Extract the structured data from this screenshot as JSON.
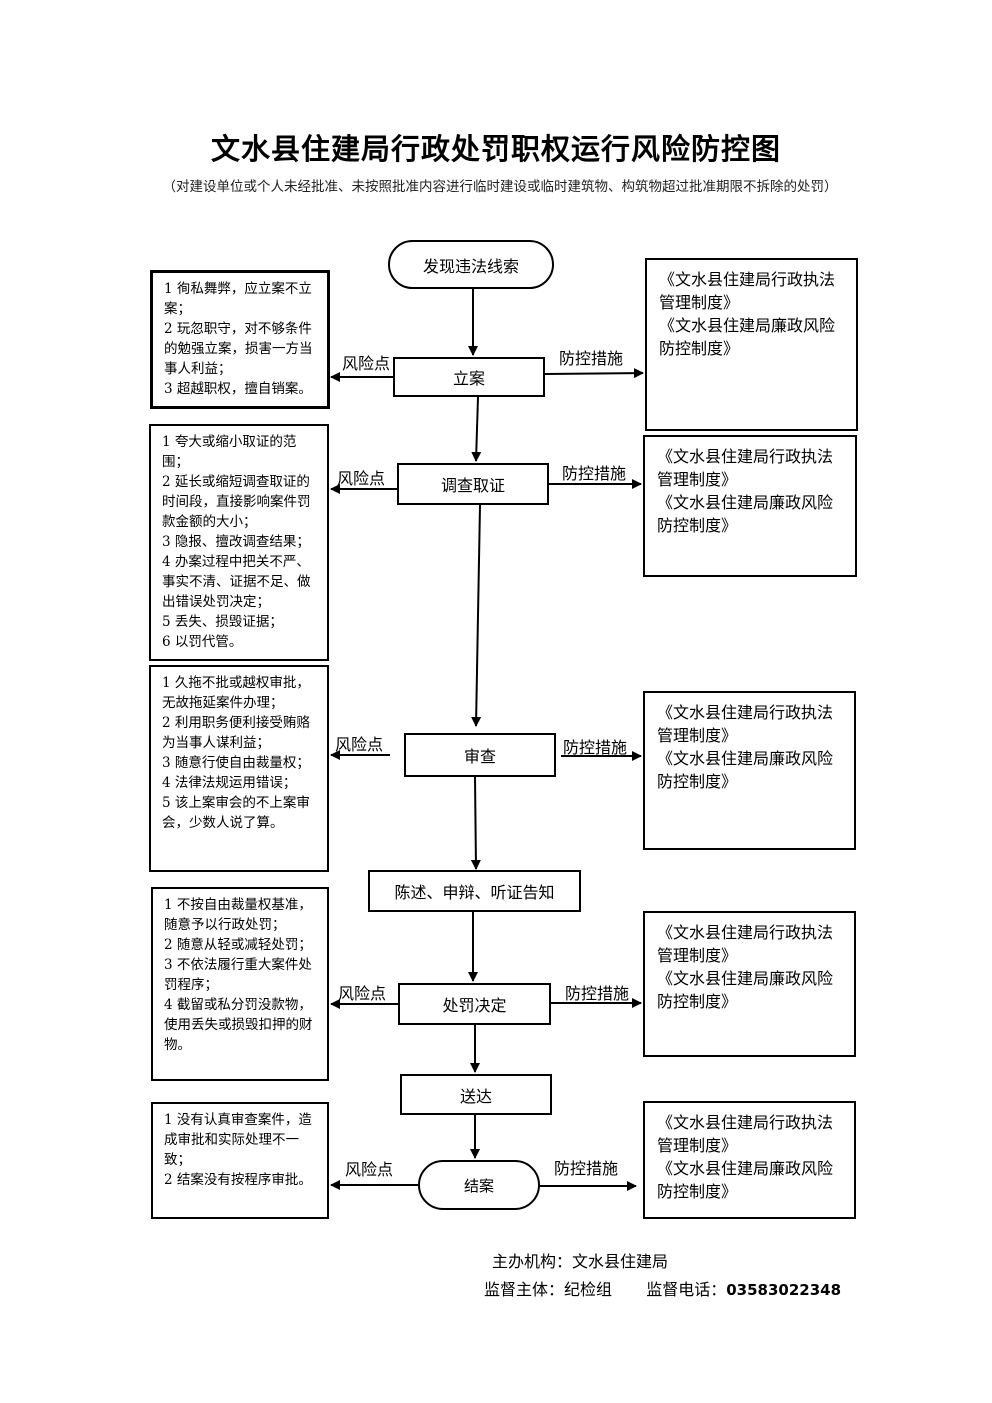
{
  "title": "文水县住建局行政处罚职权运行风险防控图",
  "subtitle": "（对建设单位或个人未经批准、未按照批准内容进行临时建设或临时建筑物、构筑物超过批准期限不拆除的处罚）",
  "labels": {
    "risk": "风险点",
    "measure": "防控措施"
  },
  "steps": {
    "start": "发现违法线索",
    "s1": "立案",
    "s2": "调查取证",
    "s3": "审查",
    "s4": "陈述、申辩、听证告知",
    "s5": "处罚决定",
    "s6": "送达",
    "end": "结案"
  },
  "risks": {
    "r1": [
      "1 徇私舞弊，应立案不立案；",
      "2 玩忽职守，对不够条件的勉强立案，损害一方当事人利益；",
      "3 超越职权，擅自销案。"
    ],
    "r2": [
      "1 夸大或缩小取证的范围；",
      "2 延长或缩短调查取证的时间段，直接影响案件罚款金额的大小；",
      "3 隐报、擅改调查结果；",
      "4 办案过程中把关不严、事实不清、证据不足、做出错误处罚决定；",
      "5 丢失、损毁证据；",
      "6 以罚代管。"
    ],
    "r3": [
      "1 久拖不批或越权审批，无故拖延案件办理；",
      "2 利用职务便利接受贿赂为当事人谋利益；",
      "3 随意行使自由裁量权；",
      "4 法律法规运用错误；",
      "5 该上案审会的不上案审会，少数人说了算。"
    ],
    "r5": [
      "1 不按自由裁量权基准，随意予以行政处罚；",
      "2 随意从轻或减轻处罚；",
      "3 不依法履行重大案件处罚程序；",
      "4 截留或私分罚没款物，使用丢失或损毁扣押的财物。"
    ],
    "r7": [
      "1 没有认真审查案件，造成审批和实际处理不一致；",
      "2 结案没有按程序审批。"
    ]
  },
  "measures": {
    "m1": [
      "《文水县住建局行政执法管理制度》",
      "《文水县住建局廉政风险防控制度》"
    ],
    "m2": [
      "《文水县住建局行政执法管理制度》",
      "《文水县住建局廉政风险防控制度》"
    ],
    "m3": [
      "《文水县住建局行政执法管理制度》",
      "《文水县住建局廉政风险防控制度》"
    ],
    "m5": [
      "《文水县住建局行政执法管理制度》",
      "《文水县住建局廉政风险防控制度》"
    ],
    "m7": [
      "《文水县住建局行政执法管理制度》",
      "《文水县住建局廉政风险防控制度》"
    ]
  },
  "footer": {
    "organizer_label": "主办机构：",
    "organizer": "文水县住建局",
    "supervisor_label": "监督主体：",
    "supervisor": "纪检组",
    "phone_label": "监督电话：",
    "phone": "03583022348"
  }
}
